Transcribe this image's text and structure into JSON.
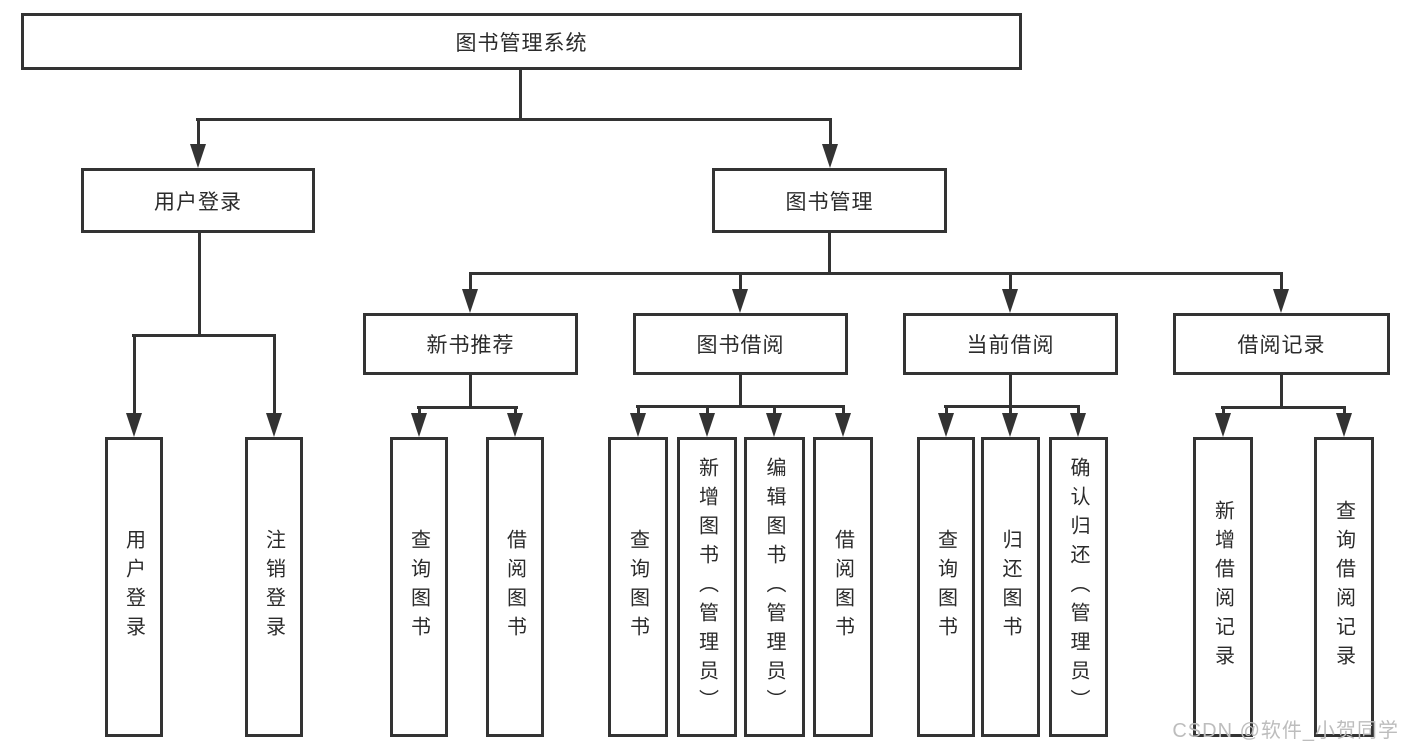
{
  "colors": {
    "line": "#333333",
    "text": "#2b2b2b",
    "background": "#ffffff",
    "watermark": "#bdbdbd"
  },
  "watermark": {
    "text": "CSDN @软件_小贺同学"
  },
  "tree": {
    "root": "图书管理系统",
    "children": [
      {
        "label": "用户登录",
        "children": [
          "用户登录",
          "注销登录"
        ]
      },
      {
        "label": "图书管理",
        "children": [
          {
            "label": "新书推荐",
            "children": [
              "查询图书",
              "借阅图书"
            ]
          },
          {
            "label": "图书借阅",
            "children": [
              "查询图书",
              "新增图书（管理员）",
              "编辑图书（管理员）",
              "借阅图书"
            ]
          },
          {
            "label": "当前借阅",
            "children": [
              "查询图书",
              "归还图书",
              "确认归还（管理员）"
            ]
          },
          {
            "label": "借阅记录",
            "children": [
              "新增借阅记录",
              "查询借阅记录"
            ]
          }
        ]
      }
    ]
  }
}
